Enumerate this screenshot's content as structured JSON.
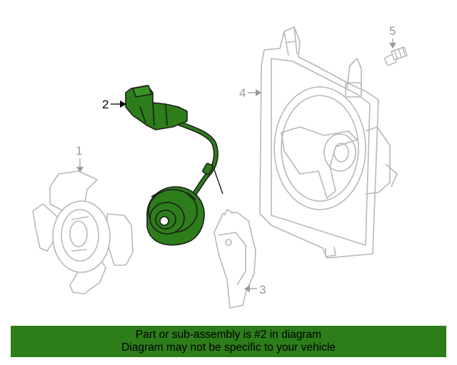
{
  "callouts": {
    "fan_blade": "1",
    "wire_harness": "2",
    "stay": "3",
    "shroud": "4",
    "bolt": "5"
  },
  "banner": {
    "line1": "Part or sub-assembly is #2 in diagram",
    "line2": "Diagram may not be specific to your vehicle"
  },
  "colors": {
    "highlight": "#2d7d1a",
    "part_outline": "#b8b8b8",
    "banner_bg": "#2d7d1a"
  }
}
